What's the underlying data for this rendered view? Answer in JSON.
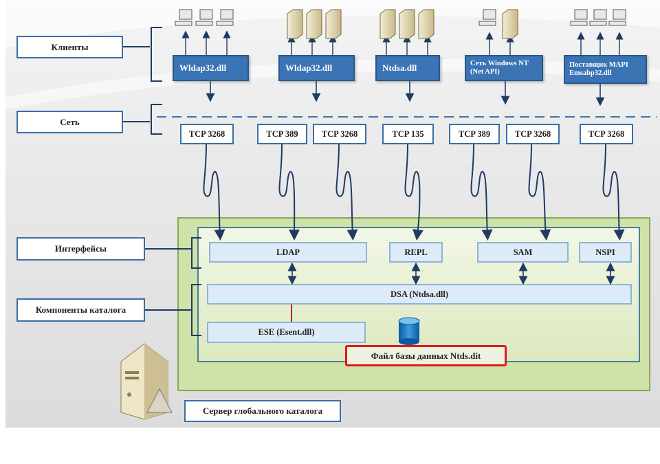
{
  "labels": {
    "clients": "Клиенты",
    "network": "Сеть",
    "interfaces": "Интерфейсы",
    "catalog_components": "Компоненты каталога",
    "gc_server": "Сервер глобального каталога"
  },
  "client_dlls": [
    "Wldap32.dll",
    "Wldap32.dll",
    "Ntdsa.dll",
    "Сеть Windows NT (Net API)",
    "Поставщик MAPI Emsabp32.dll"
  ],
  "ports": [
    "TCP 3268",
    "TCP 389",
    "TCP 3268",
    "TCP 135",
    "TCP 389",
    "TCP 3268",
    "TCP 3268"
  ],
  "interfaces": [
    "LDAP",
    "REPL",
    "SAM",
    "NSPI"
  ],
  "components": {
    "dsa": "DSA (Ntdsa.dll)",
    "ese": "ESE (Esent.dll)",
    "db_file": "Файл базы данных Ntds.dit"
  },
  "colors": {
    "dll_box": "#3b74b4",
    "border_blue": "#3b6ea5",
    "green_panel": "#cfe2a7",
    "highlight": "#e0191f"
  }
}
